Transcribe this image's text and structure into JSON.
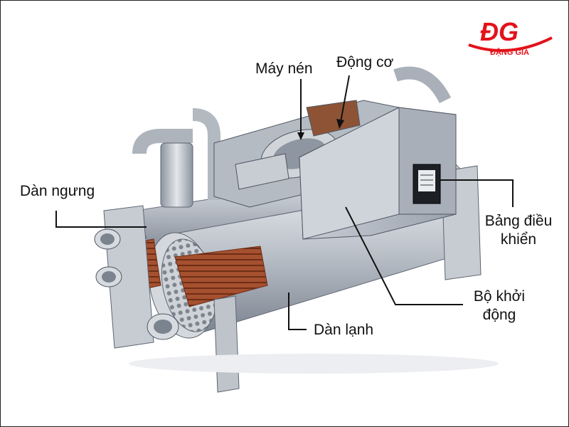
{
  "diagram": {
    "labels": {
      "compressor": "Máy nén",
      "motor": "Động cơ",
      "condenser": "Dàn ngưng",
      "control_panel_line1": "Bảng điều",
      "control_panel_line2": "khiển",
      "starter_line1": "Bộ khởi",
      "starter_line2": "động",
      "evaporator": "Dàn lạnh"
    }
  },
  "logo": {
    "monogram": "ĐG",
    "brand": "ĐẶNG GIA",
    "color": "#e3121b"
  },
  "colors": {
    "metal_light": "#d9dde3",
    "metal_mid": "#a9b0ba",
    "metal_dark": "#6b7380",
    "copper": "#9c4a2c",
    "leader": "#111111"
  }
}
